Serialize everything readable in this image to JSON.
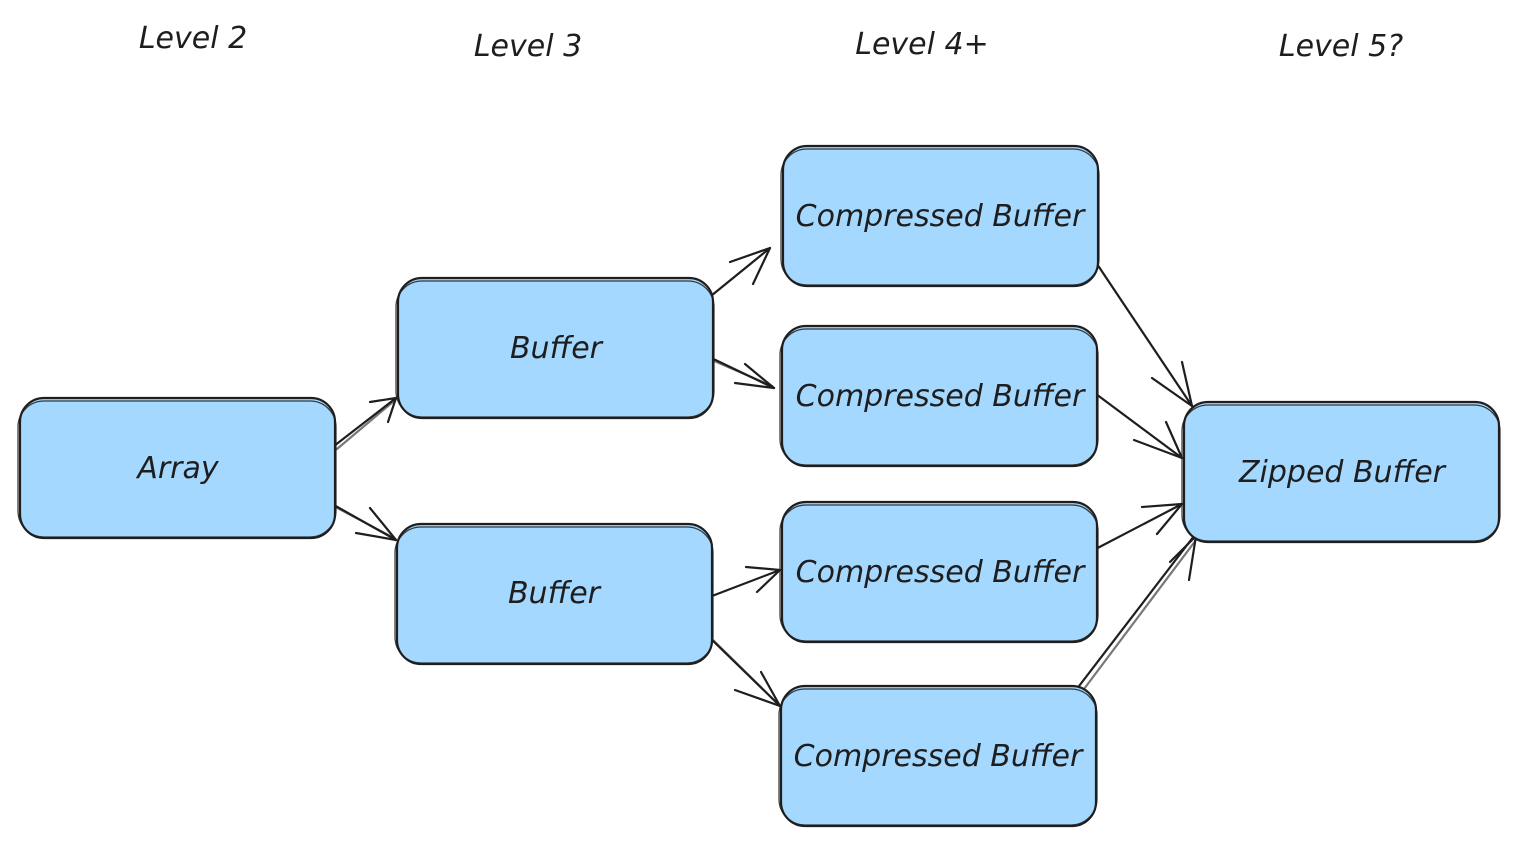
{
  "levels": [
    {
      "id": "level-2",
      "label": "Level 2"
    },
    {
      "id": "level-3",
      "label": "Level 3"
    },
    {
      "id": "level-4",
      "label": "Level 4+"
    },
    {
      "id": "level-5",
      "label": "Level 5?"
    }
  ],
  "nodes": [
    {
      "id": "array",
      "label": "Array",
      "level": "level-2"
    },
    {
      "id": "buffer-1",
      "label": "Buffer",
      "level": "level-3"
    },
    {
      "id": "buffer-2",
      "label": "Buffer",
      "level": "level-3"
    },
    {
      "id": "compressed-1",
      "label": "Compressed Buffer",
      "level": "level-4"
    },
    {
      "id": "compressed-2",
      "label": "Compressed Buffer",
      "level": "level-4"
    },
    {
      "id": "compressed-3",
      "label": "Compressed Buffer",
      "level": "level-4"
    },
    {
      "id": "compressed-4",
      "label": "Compressed Buffer",
      "level": "level-4"
    },
    {
      "id": "zipped",
      "label": "Zipped Buffer",
      "level": "level-5"
    }
  ],
  "edges": [
    {
      "from": "array",
      "to": "buffer-1"
    },
    {
      "from": "array",
      "to": "buffer-2"
    },
    {
      "from": "buffer-1",
      "to": "compressed-1"
    },
    {
      "from": "buffer-1",
      "to": "compressed-2"
    },
    {
      "from": "buffer-2",
      "to": "compressed-3"
    },
    {
      "from": "buffer-2",
      "to": "compressed-4"
    },
    {
      "from": "compressed-1",
      "to": "zipped"
    },
    {
      "from": "compressed-2",
      "to": "zipped"
    },
    {
      "from": "compressed-3",
      "to": "zipped"
    },
    {
      "from": "compressed-4",
      "to": "zipped"
    }
  ],
  "colors": {
    "node_fill": "#a5d8ff",
    "stroke": "#1e1e1e",
    "background": "#ffffff"
  }
}
